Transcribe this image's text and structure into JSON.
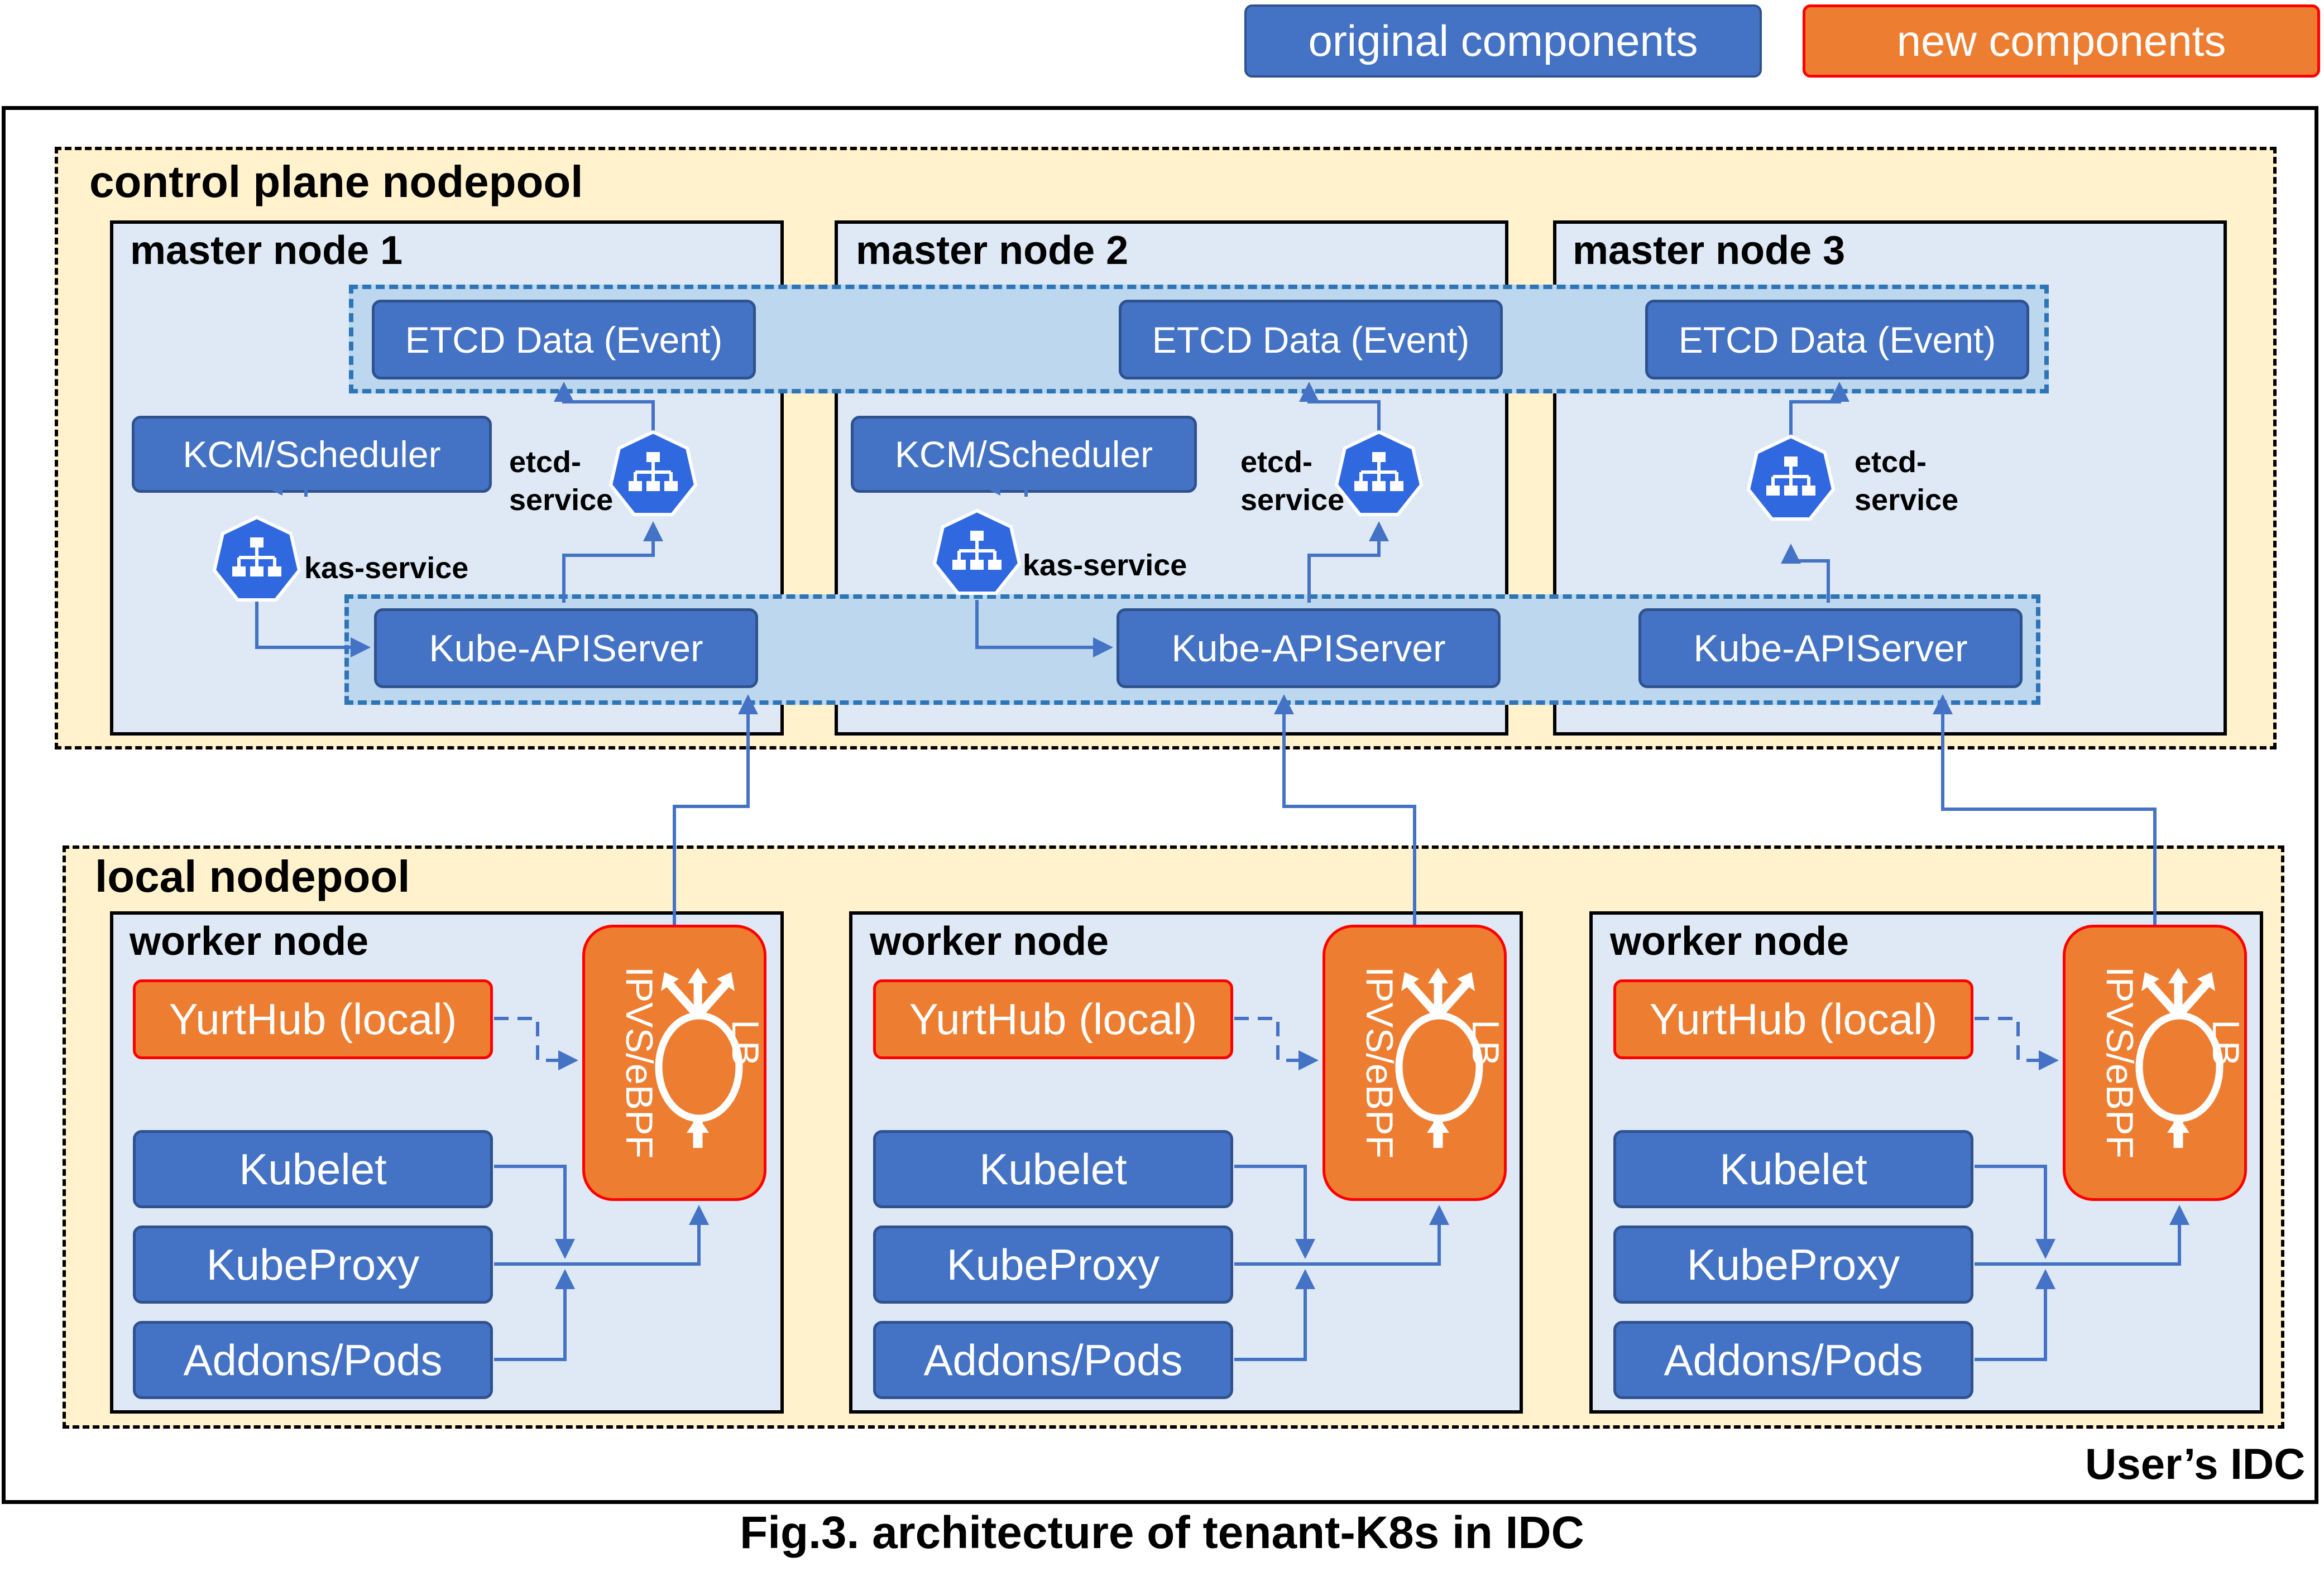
{
  "legend": {
    "original": "original components",
    "new": "new components"
  },
  "idc_label": "User’s IDC",
  "caption": "Fig.3. architecture of tenant-K8s in IDC",
  "control_plane": {
    "title": "control plane nodepool",
    "etcd_label": "ETCD Data (Event)",
    "kcm_label": "KCM/Scheduler",
    "apiserver_label": "Kube-APIServer",
    "etcd_service_line1": "etcd-",
    "etcd_service_line2": "service",
    "kas_service_label": "kas-service",
    "masters": [
      {
        "title": "master node 1"
      },
      {
        "title": "master node 2"
      },
      {
        "title": "master node 3"
      }
    ]
  },
  "local_pool": {
    "title": "local nodepool",
    "worker_title": "worker node",
    "yurthub_label": "YurtHub (local)",
    "kubelet_label": "Kubelet",
    "kubeproxy_label": "KubeProxy",
    "addons_label": "Addons/Pods",
    "lb_side_label": "IPVS/eBPF",
    "lb_label": "LB"
  },
  "colors": {
    "original": "#4472C4",
    "new": "#ED7D31",
    "arrow": "#4472C4",
    "pool_fill": "#FFF2CC",
    "node_fill": "#DEE9F5",
    "band_fill": "#BDD7EE"
  },
  "icons": {
    "service": "k8s-service-icon"
  }
}
